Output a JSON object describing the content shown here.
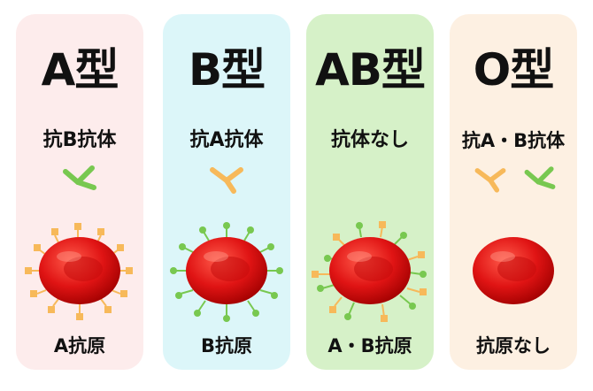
{
  "colors": {
    "a_card": "#fdecec",
    "b_card": "#dcf6f9",
    "ab_card": "#d6f1c8",
    "o_card": "#fdf0e2",
    "antigen_a": "#f7b95a",
    "antigen_b": "#78c850",
    "cell_red": "#e01414"
  },
  "types": [
    {
      "title": "A型",
      "antibody": "抗B抗体",
      "antigen": "A抗原",
      "antibody_icons": [
        "green-y-icon"
      ],
      "antigen_markers": "square"
    },
    {
      "title": "B型",
      "antibody": "抗A抗体",
      "antigen": "B抗原",
      "antibody_icons": [
        "orange-y-icon"
      ],
      "antigen_markers": "circle"
    },
    {
      "title": "AB型",
      "antibody": "抗体なし",
      "antigen": "A・B抗原",
      "antibody_icons": [],
      "antigen_markers": "square+circle"
    },
    {
      "title": "O型",
      "antibody": "抗A・B抗体",
      "antigen": "抗原なし",
      "antibody_icons": [
        "orange-y-icon",
        "green-y-icon"
      ],
      "antigen_markers": "none"
    }
  ]
}
